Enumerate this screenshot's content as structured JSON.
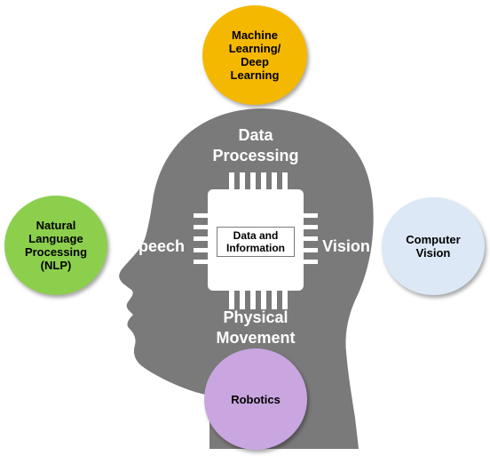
{
  "head": {
    "top_label": "Data\nProcessing",
    "left_label": "Speech",
    "right_label": "Vision",
    "bottom_label": "Physical\nMovement"
  },
  "chip": {
    "label": "Data and\nInformation"
  },
  "circles": {
    "ml": {
      "label": "Machine\nLearning/\nDeep\nLearning",
      "color": "#f5b800"
    },
    "nlp": {
      "label": "Natural\nLanguage\nProcessing\n(NLP)",
      "color": "#8ccf4d"
    },
    "cv": {
      "label": "Computer\nVision",
      "color": "#dce8f5"
    },
    "robotics": {
      "label": "Robotics",
      "color": "#c9a6e0"
    }
  },
  "colors": {
    "head": "#7a7a7a",
    "chip_body": "#ffffff"
  }
}
